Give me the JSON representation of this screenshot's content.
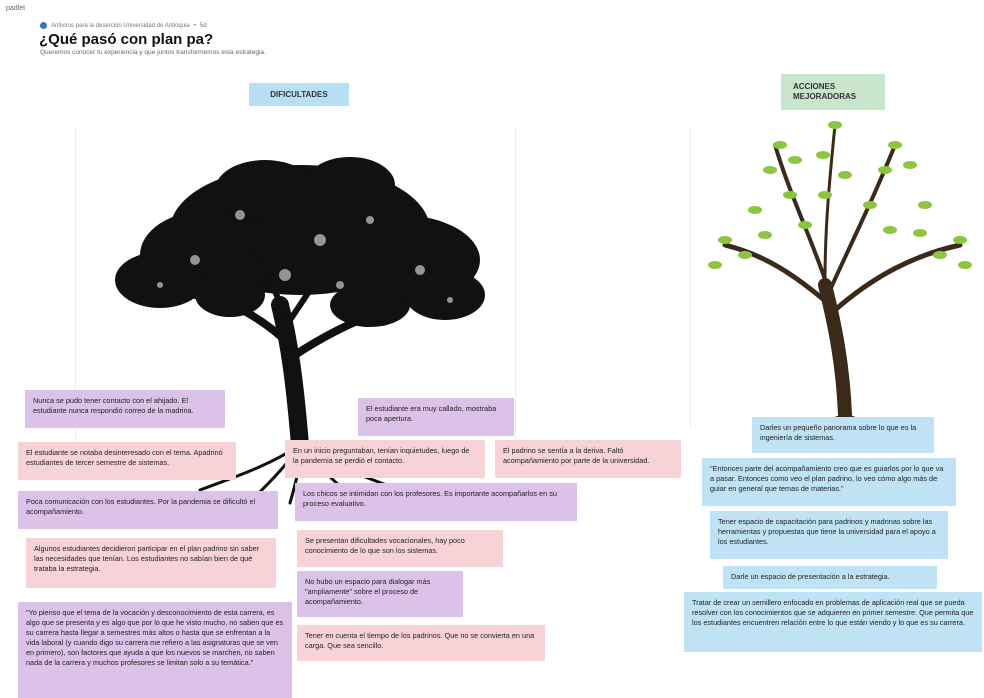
{
  "brand": "padlet",
  "meta": {
    "author": "Antivirus para la deserción Universidad de Antioquia",
    "separator": "•",
    "time": "5d"
  },
  "title": "¿Qué pasó con plan pa?",
  "subtitle": "Queremos conocer tu experiencia y que juntos transformemos esta estrategia.",
  "headers": {
    "dificultades": "DIFICULTADES",
    "acciones": "ACCIONES MEJORADORAS"
  },
  "colors": {
    "purple": "#dcc1e8",
    "pink": "#f7d3d8",
    "blue": "#bfe2f5",
    "green": "#c9e6cd",
    "trunk_dark": "#111111",
    "trunk_green": "#3b2a1a",
    "leaf": "#8cc63f"
  },
  "posts": [
    {
      "id": "p1",
      "text": "Nunca se pudo tener contacto con el ahijado. El estudiante nunca respondió correo de la madrina."
    },
    {
      "id": "p2",
      "text": "El estudiante era muy callado, mostraba poca apertura."
    },
    {
      "id": "p3",
      "text": "El estudiante se notaba desinteresado con el tema. Apadrinó estudiantes de tercer semestre de sistemas."
    },
    {
      "id": "p4",
      "text": "En un inicio preguntaban, tenían inquietudes, luego de la pandemia se perdió el contacto."
    },
    {
      "id": "p5",
      "text": "El padrino se sentía a la deriva. Faltó acompañamiento por parte de la universidad."
    },
    {
      "id": "p6",
      "text": "Poca comunicación con los estudiantes. Por la pandemia se dificultó el acompañamiento."
    },
    {
      "id": "p7",
      "text": "Los chicos se intimidan con los profesores. Es importante acompañarlos en su proceso evaluativo."
    },
    {
      "id": "p8",
      "text": "Algunos estudiantes decidieron participar en el plan padrino sin saber las necesidades que tenían. Los estudiantes no sabían bien de qué trataba la estrategia."
    },
    {
      "id": "p9",
      "text": "Se presentan dificultades vocacionales, hay poco conocimiento de lo que son los sistemas."
    },
    {
      "id": "p10",
      "text": "No hubo un espacio para dialogar más \"ampliamente\" sobre el proceso de acompañamiento."
    },
    {
      "id": "p11",
      "text": "\"Yo pienso que el tema de la vocación y desconocimiento de esta carrera, es algo que se presenta y es algo que por lo que he visto mucho, no saben que es su carrera hasta llegar a semestres más altos o hasta que se enfrentan a la vida laboral (y cuando digo su carrera me refiero a las asignaturas que se ven en primero), son factores que ayuda a que los nuevos se marchen, no saben nada de la carrera y muchos profesores se limitan solo a su temática.\""
    },
    {
      "id": "p12",
      "text": "Tener en cuenta el tiempo de los padrinos. Que no se convierta en una carga. Que sea sencillo."
    },
    {
      "id": "a1",
      "text": "Darles un pequeño panorama sobre lo que es la ingeniería de sistemas."
    },
    {
      "id": "a2",
      "text": "\"Entonces parte del acompañamiento creo que es guiarlos por lo que va a pasar. Entonces como veo el plan padrino, lo veo cómo algo más de guiar en general que temas de materias.\""
    },
    {
      "id": "a3",
      "text": "Tener espacio de capacitación para padrinos y madrinas sobre las herramientas y propuestas que tiene la universidad para el apoyo a los estudiantes."
    },
    {
      "id": "a4",
      "text": "Darle un espacio de presentación a la estrategia."
    },
    {
      "id": "a5",
      "text": "Tratar de crear un semillero enfocado en problemas de aplicación real que se pueda resolver con los conocimientos que se adquieren en primer semestre. Que permita que los estudiantes encuentren relación entre lo que están viendo y lo que es su carrera."
    }
  ]
}
